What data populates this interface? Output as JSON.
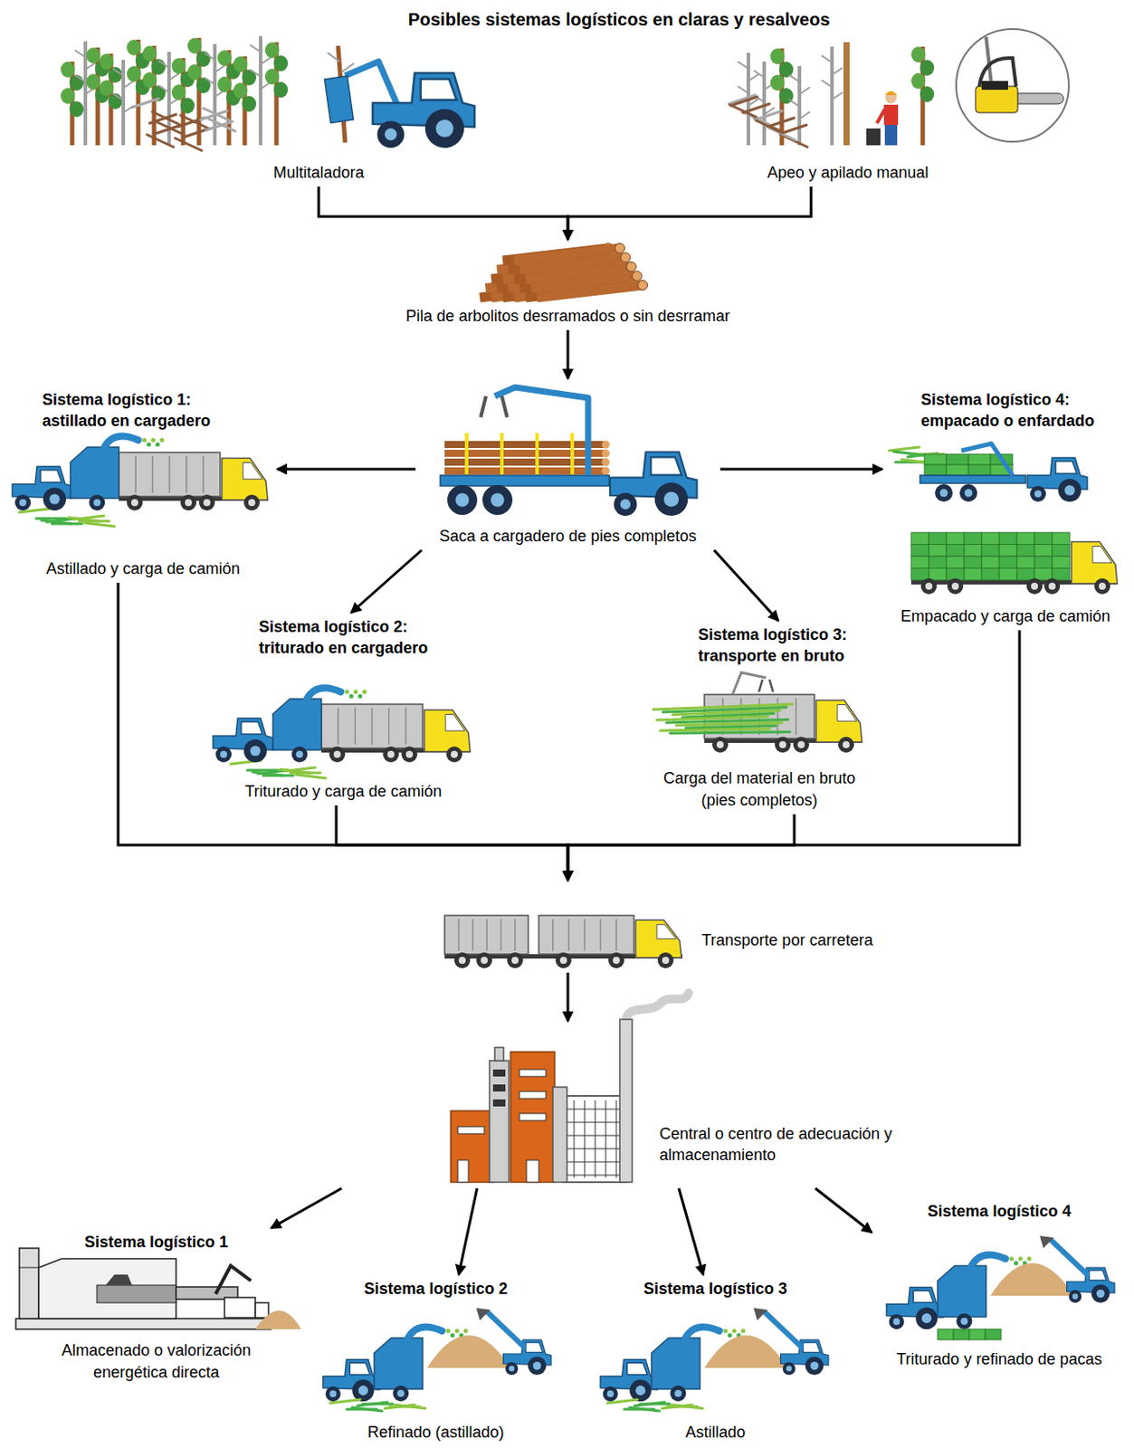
{
  "diagram": {
    "title": "Posibles sistemas logísticos en claras y resalveos",
    "nodes": [
      {
        "text": [
          "Multitaladora"
        ]
      },
      {
        "text": [
          "Apeo y apilado manual"
        ]
      },
      {
        "text": [
          "Pila de arbolitos desrramados o sin desrramar"
        ]
      },
      {
        "text": [
          "Saca a cargadero de pies completos"
        ]
      },
      {
        "text": [
          "Sistema logístico 1: astillado en cargadero",
          "Astillado y carga de camión"
        ]
      },
      {
        "text": [
          "Sistema logístico 4: empacado o enfardado",
          "Empacado y carga de camión"
        ]
      },
      {
        "text": [
          "Sistema logístico 2: triturado en cargadero",
          "Triturado y carga de camión"
        ]
      },
      {
        "text": [
          "Sistema logístico 3: transporte en bruto",
          "Carga del material en bruto (pies completos)"
        ]
      },
      {
        "text": [
          "Transporte por carretera"
        ]
      },
      {
        "text": [
          "Central o centro de adecuación y almacenamiento"
        ]
      },
      {
        "text": [
          "Sistema logístico 1",
          "Almacenado o valorización energética directa"
        ]
      },
      {
        "text": [
          "Sistema logístico 2",
          "Refinado (astillado)"
        ]
      },
      {
        "text": [
          "Sistema logístico 3",
          "Astillado"
        ]
      },
      {
        "text": [
          "Sistema logístico 4",
          "Triturado y refinado de pacas"
        ]
      }
    ],
    "edges": [
      {
        "from": 0,
        "to": 2,
        "arrow": "to"
      },
      {
        "from": 1,
        "to": 2,
        "arrow": "to"
      },
      {
        "from": 2,
        "to": 3,
        "arrow": "to"
      },
      {
        "from": 3,
        "to": 4,
        "arrow": "to"
      },
      {
        "from": 3,
        "to": 5,
        "arrow": "to"
      },
      {
        "from": 3,
        "to": 6,
        "arrow": "to"
      },
      {
        "from": 3,
        "to": 7,
        "arrow": "to"
      },
      {
        "from": 4,
        "to": 8,
        "arrow": "to"
      },
      {
        "from": 5,
        "to": 8,
        "arrow": "to"
      },
      {
        "from": 6,
        "to": 8,
        "arrow": "to"
      },
      {
        "from": 7,
        "to": 8,
        "arrow": "to"
      },
      {
        "from": 8,
        "to": 9,
        "arrow": "to"
      },
      {
        "from": 9,
        "to": 10,
        "arrow": "to"
      },
      {
        "from": 9,
        "to": 11,
        "arrow": "to"
      },
      {
        "from": 9,
        "to": 12,
        "arrow": "to"
      },
      {
        "from": 9,
        "to": 13,
        "arrow": "to"
      }
    ]
  }
}
